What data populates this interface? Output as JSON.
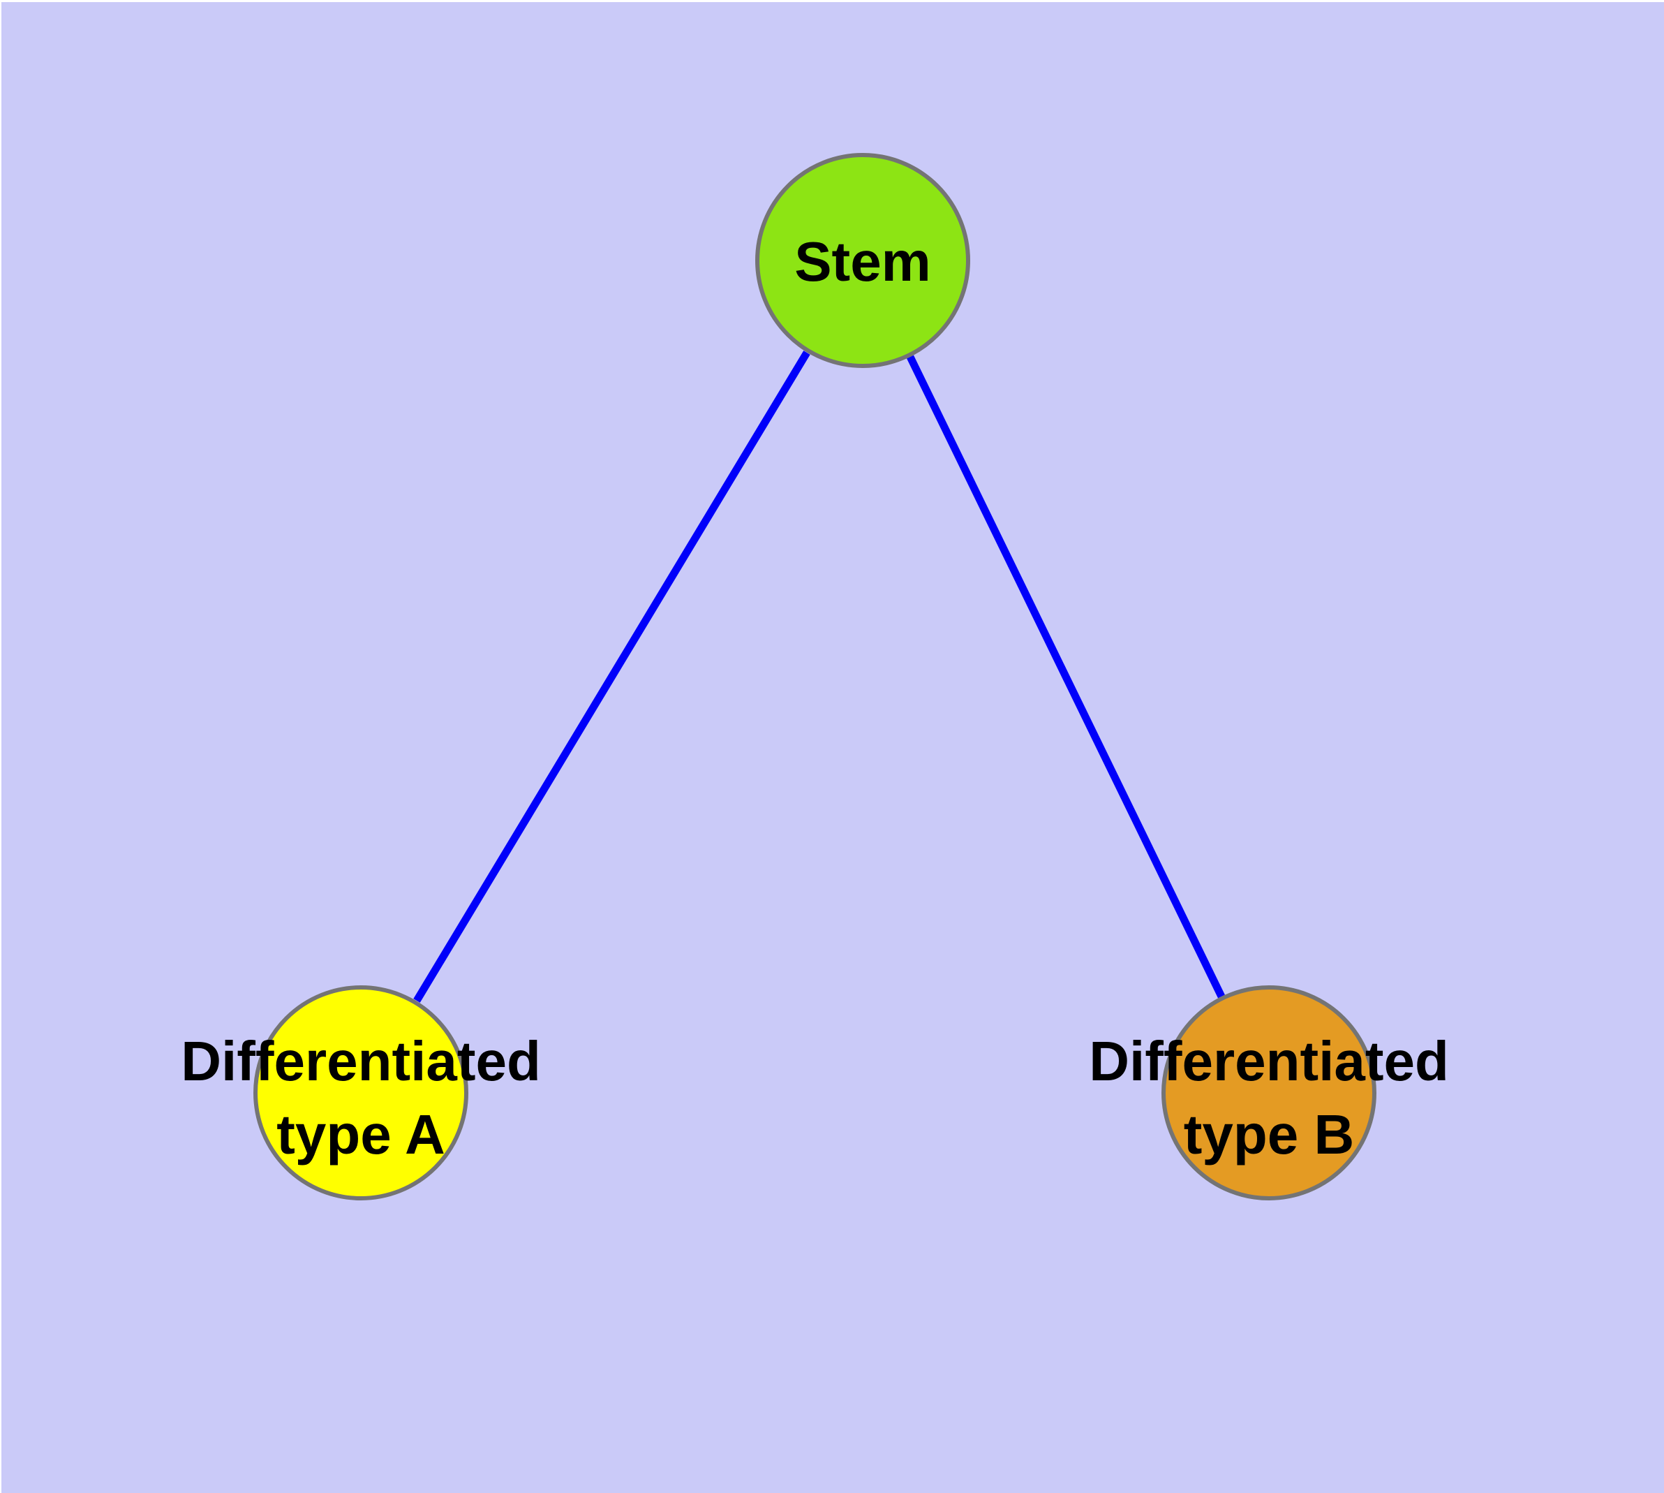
{
  "diagram": {
    "type": "node-link-graph",
    "colors": {
      "page_background": "#FFFFFF",
      "canvas_background": "#CACAF8",
      "edge": "#0000FA",
      "node_border": "#747474",
      "label_text": "#000000"
    },
    "nodes": [
      {
        "id": "stem",
        "label": "Stem",
        "label_lines": [
          "Stem"
        ],
        "fill": "#8DE414"
      },
      {
        "id": "differentiated-type-a",
        "label": "Differentiated type A",
        "label_lines": [
          "Differentiated",
          "type A"
        ],
        "fill": "#FFFF00"
      },
      {
        "id": "differentiated-type-b",
        "label": "Differentiated type B",
        "label_lines": [
          "Differentiated",
          "type B"
        ],
        "fill": "#E49B23"
      }
    ],
    "edges": [
      {
        "from": "stem",
        "to": "differentiated-type-a"
      },
      {
        "from": "stem",
        "to": "differentiated-type-b"
      }
    ]
  }
}
